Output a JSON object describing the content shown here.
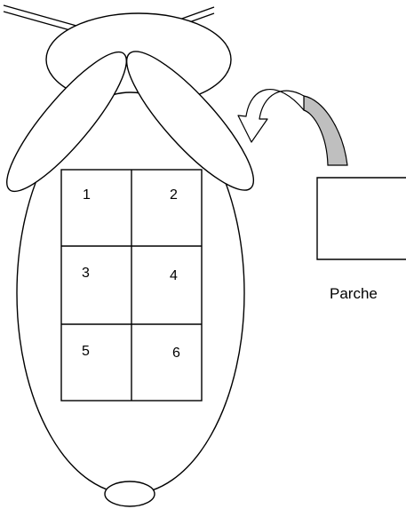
{
  "diagram": {
    "grid_cells": [
      {
        "label": "1"
      },
      {
        "label": "2"
      },
      {
        "label": "3"
      },
      {
        "label": "4"
      },
      {
        "label": "5"
      },
      {
        "label": "6"
      }
    ],
    "patch_label": "Parche",
    "colors": {
      "stroke": "#000000",
      "background": "#ffffff",
      "arrow_band": "#bfbfbf"
    }
  }
}
